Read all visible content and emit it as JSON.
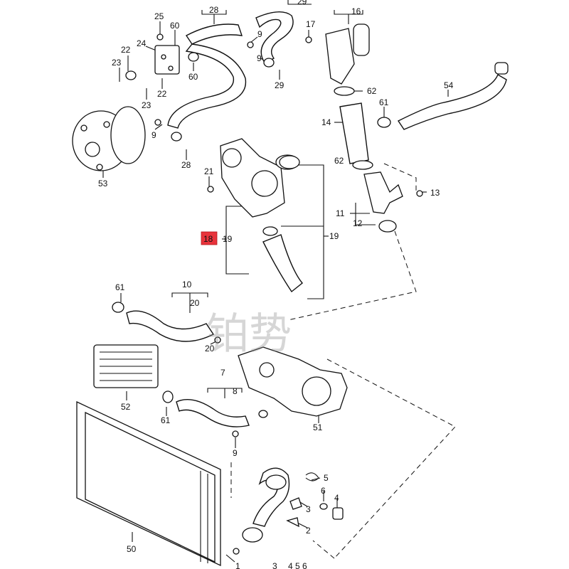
{
  "highlighted_part": "18",
  "watermark": "铂势",
  "labels": [
    {
      "id": "l28a",
      "text": "28"
    },
    {
      "id": "l29a",
      "text": "29"
    },
    {
      "id": "l16",
      "text": "16"
    },
    {
      "id": "l25",
      "text": "25"
    },
    {
      "id": "l60a",
      "text": "60"
    },
    {
      "id": "l17",
      "text": "17"
    },
    {
      "id": "l9a",
      "text": "9"
    },
    {
      "id": "l24",
      "text": "24"
    },
    {
      "id": "l22a",
      "text": "22"
    },
    {
      "id": "l23a",
      "text": "23"
    },
    {
      "id": "l60b",
      "text": "60"
    },
    {
      "id": "l9b",
      "text": "9"
    },
    {
      "id": "l29b",
      "text": "29"
    },
    {
      "id": "l22b",
      "text": "22"
    },
    {
      "id": "l62a",
      "text": "62"
    },
    {
      "id": "l54",
      "text": "54"
    },
    {
      "id": "l23b",
      "text": "23"
    },
    {
      "id": "l61a",
      "text": "61"
    },
    {
      "id": "l14",
      "text": "14"
    },
    {
      "id": "l9c",
      "text": "9"
    },
    {
      "id": "l28b",
      "text": "28"
    },
    {
      "id": "l62b",
      "text": "62"
    },
    {
      "id": "l21",
      "text": "21"
    },
    {
      "id": "l53",
      "text": "53"
    },
    {
      "id": "l13",
      "text": "13"
    },
    {
      "id": "l11",
      "text": "11"
    },
    {
      "id": "l12",
      "text": "12"
    },
    {
      "id": "l18",
      "text": "18"
    },
    {
      "id": "l19a",
      "text": "19"
    },
    {
      "id": "l19b",
      "text": "19"
    },
    {
      "id": "l10",
      "text": "10"
    },
    {
      "id": "l61b",
      "text": "61"
    },
    {
      "id": "l20a",
      "text": "20"
    },
    {
      "id": "l20b",
      "text": "20"
    },
    {
      "id": "l7",
      "text": "7"
    },
    {
      "id": "l8",
      "text": "8"
    },
    {
      "id": "l52",
      "text": "52"
    },
    {
      "id": "l61c",
      "text": "61"
    },
    {
      "id": "l51",
      "text": "51"
    },
    {
      "id": "l9d",
      "text": "9"
    },
    {
      "id": "l5",
      "text": "5"
    },
    {
      "id": "l6",
      "text": "6"
    },
    {
      "id": "l4",
      "text": "4"
    },
    {
      "id": "l3a",
      "text": "3"
    },
    {
      "id": "l2",
      "text": "2"
    },
    {
      "id": "l50",
      "text": "50"
    },
    {
      "id": "l1",
      "text": "1"
    },
    {
      "id": "l3b",
      "text": "3"
    },
    {
      "id": "l456",
      "text": "4 5 6"
    }
  ]
}
